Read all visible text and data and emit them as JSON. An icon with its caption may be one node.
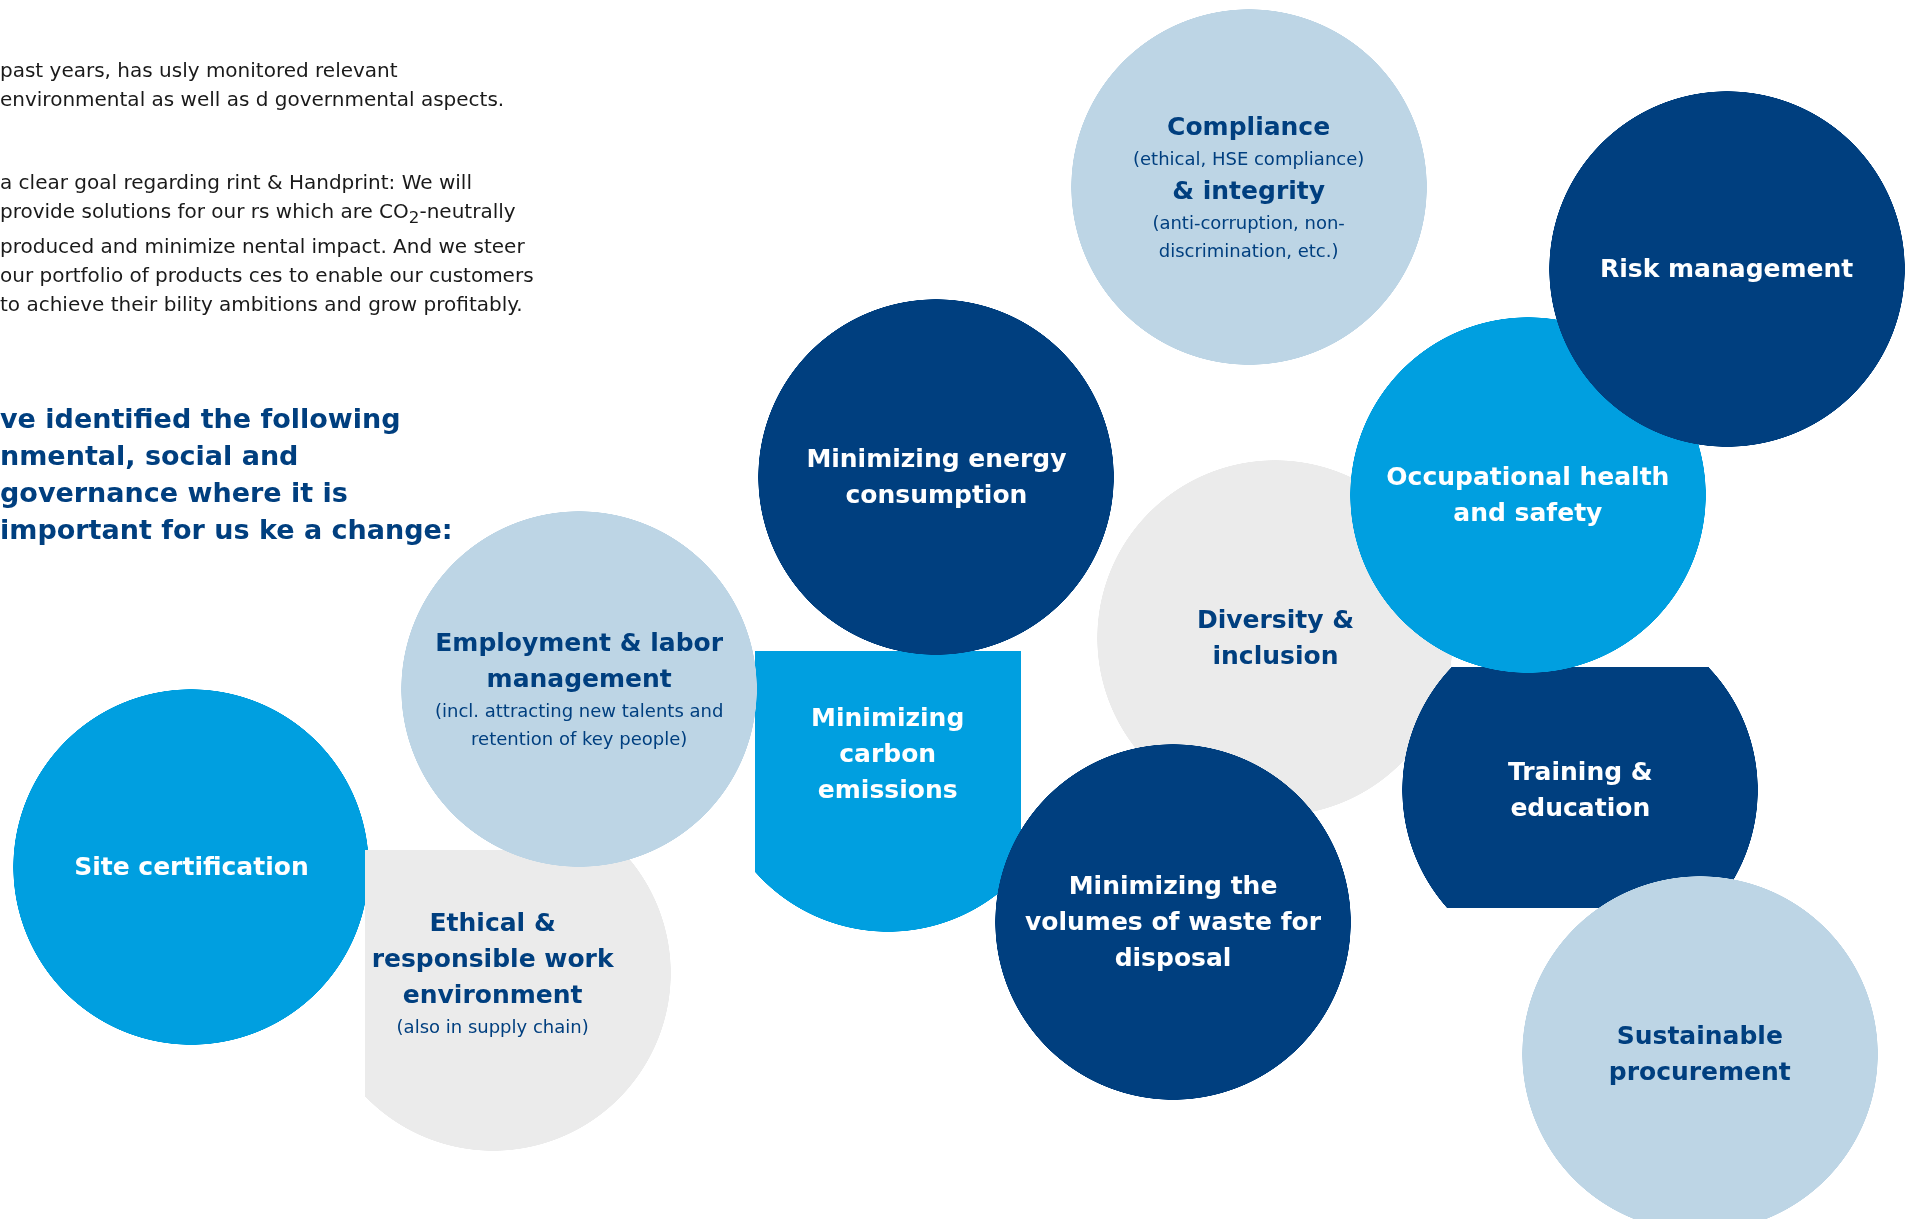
{
  "diagram": {
    "nodes": [
      {
        "text": [
          "Compliance",
          "(ethical, HSE compliance)",
          "& integrity",
          "(anti-corruption, non-discrimination, etc.)"
        ]
      },
      {
        "text": [
          "Risk management"
        ]
      },
      {
        "text": [
          "Minimizing energy consumption"
        ]
      },
      {
        "text": [
          "Occupational health and safety"
        ]
      },
      {
        "text": [
          "Diversity & inclusion"
        ]
      },
      {
        "text": [
          "Employment & labor management",
          "(incl. attracting new talents and retention of key people)"
        ]
      },
      {
        "text": [
          "Minimizing carbon emissions"
        ]
      },
      {
        "text": [
          "Training & education"
        ]
      },
      {
        "text": [
          "Site certification"
        ]
      },
      {
        "text": [
          "Minimizing the volumes of waste for disposal"
        ]
      },
      {
        "text": [
          "Ethical & responsible work environment",
          "(also in supply chain)"
        ]
      },
      {
        "text": [
          "Sustainable procurement"
        ]
      }
    ],
    "labels": [
      "past years, has usly monitored relevant environmental as well as d governmental aspects.",
      "a clear goal regarding rint & Handprint: We will provide solutions for our rs which are CO$_{2}$-neutrally produced and minimize nental impact. And we steer our portfolio of products ces to enable our customers to achieve their bility ambitions and grow profitably.",
      "ve identified the following nmental, social and governance where it is important for us ke a change:"
    ]
  }
}
